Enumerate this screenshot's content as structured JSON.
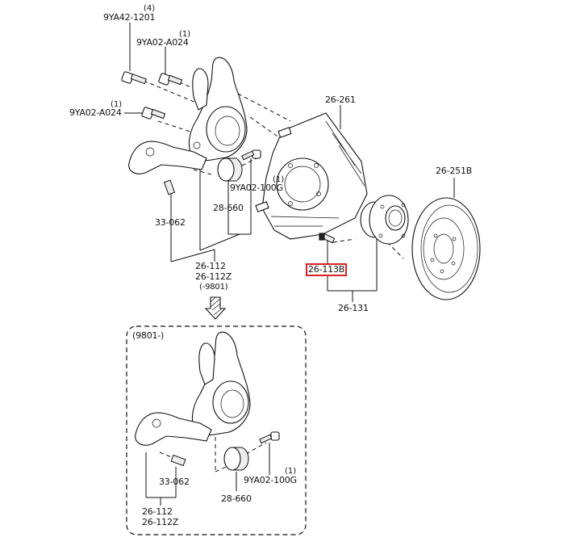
{
  "diagram": {
    "title": "Rear knuckle, hub and brake disc exploded view",
    "highlight_color": "#d9211f",
    "labels": {
      "bolt_9ya42_1201": "9YA42-1201",
      "bolt_9ya42_1201_qty": "(4)",
      "bolt_9ya02_a024_top": "9YA02-A024",
      "bolt_9ya02_a024_top_qty": "(1)",
      "bolt_9ya02_a024_left": "9YA02-A024",
      "bolt_9ya02_a024_left_qty": "(1)",
      "dust_shield": "26-261",
      "bolt_9ya02_100g": "9YA02-100G",
      "bolt_9ya02_100g_qty": "(1)",
      "bushing_28_660": "28-660",
      "bolt_33_062": "33-062",
      "knuckle_26_112": "26-112",
      "knuckle_26_112z": "26-112Z",
      "knuckle_range": "(-9801)",
      "hub_bolt_26_113b": "26-113B",
      "hub_assy_26_131": "26-131",
      "disc_26_251b": "26-251B"
    },
    "inset": {
      "range": "(9801-)",
      "labels": {
        "bolt_33_062": "33-062",
        "bushing_28_660": "28-660",
        "bolt_9ya02_100g": "9YA02-100G",
        "bolt_9ya02_100g_qty": "(1)",
        "knuckle_26_112": "26-112",
        "knuckle_26_112z": "26-112Z"
      }
    }
  }
}
